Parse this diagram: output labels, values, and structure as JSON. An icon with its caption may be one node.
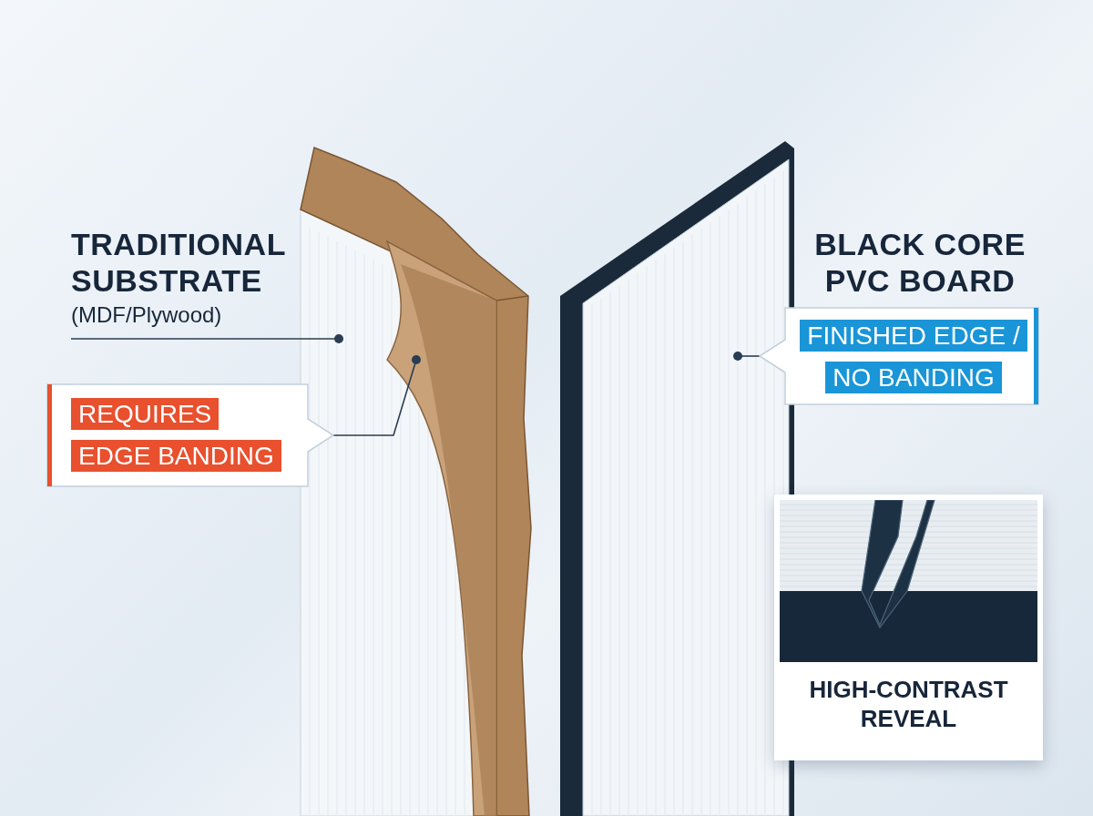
{
  "diagram": {
    "nodes": [
      {
        "text": [
          "TRADITIONAL SUBSTRATE",
          "(MDF/Plywood)"
        ]
      },
      {
        "text": [],
        "shape": "picture"
      },
      {
        "text": [],
        "shape": "picture",
        "in": 1
      },
      {
        "text": [
          "REQUIRES EDGE BANDING"
        ]
      },
      {
        "text": [],
        "shape": "picture"
      },
      {
        "text": [
          "FINISHED EDGE / NO BANDING"
        ]
      },
      {
        "text": [
          "HIGH-CONTRAST REVEAL"
        ]
      }
    ],
    "edges": [
      {
        "from": 0,
        "to": 1,
        "arrow": "other"
      },
      {
        "from": 3,
        "to": 2,
        "arrow": "other"
      },
      {
        "from": 5,
        "to": 4,
        "arrow": "other"
      }
    ],
    "labels": [
      "BLACK CORE PVC BOARD"
    ]
  }
}
